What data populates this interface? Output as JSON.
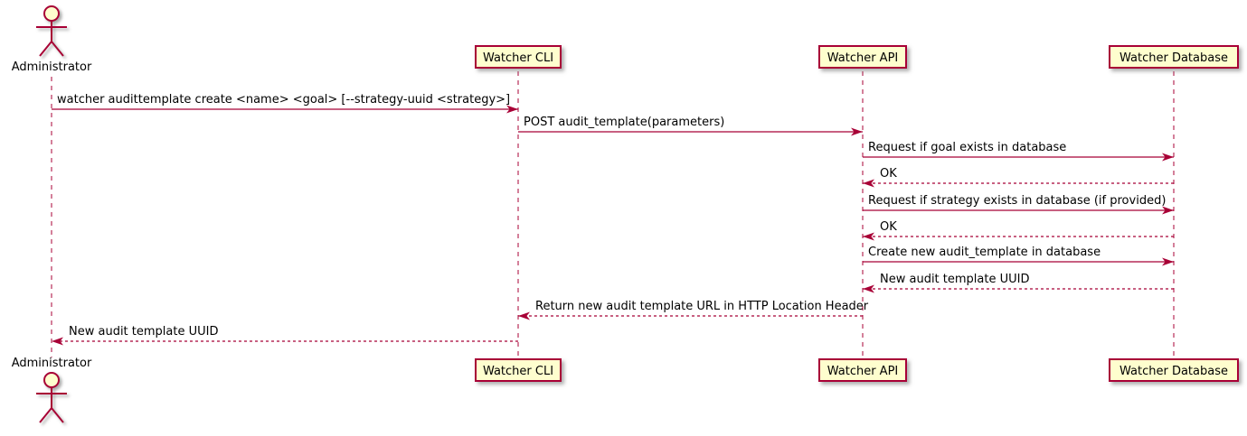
{
  "diagram": {
    "type": "sequence-diagram",
    "actor": {
      "name": "Administrator"
    },
    "participants": [
      {
        "id": "watcher-cli",
        "name": "Watcher CLI"
      },
      {
        "id": "watcher-api",
        "name": "Watcher API"
      },
      {
        "id": "watcher-db",
        "name": "Watcher Database"
      }
    ],
    "messages": [
      {
        "from": "administrator",
        "to": "watcher-cli",
        "style": "solid",
        "label": "watcher audittemplate create <name> <goal> [--strategy-uuid <strategy>]"
      },
      {
        "from": "watcher-cli",
        "to": "watcher-api",
        "style": "solid",
        "label": "POST audit_template(parameters)"
      },
      {
        "from": "watcher-api",
        "to": "watcher-db",
        "style": "solid",
        "label": "Request if goal exists in database"
      },
      {
        "from": "watcher-db",
        "to": "watcher-api",
        "style": "dashed",
        "label": "OK"
      },
      {
        "from": "watcher-api",
        "to": "watcher-db",
        "style": "solid",
        "label": "Request if strategy exists in database (if provided)"
      },
      {
        "from": "watcher-db",
        "to": "watcher-api",
        "style": "dashed",
        "label": "OK"
      },
      {
        "from": "watcher-api",
        "to": "watcher-db",
        "style": "solid",
        "label": "Create new audit_template in database"
      },
      {
        "from": "watcher-db",
        "to": "watcher-api",
        "style": "dashed",
        "label": "New audit template UUID"
      },
      {
        "from": "watcher-api",
        "to": "watcher-cli",
        "style": "dashed",
        "label": "Return new audit template URL in HTTP Location Header"
      },
      {
        "from": "watcher-cli",
        "to": "administrator",
        "style": "dashed",
        "label": "New audit template UUID"
      }
    ],
    "colors": {
      "line": "#A80036",
      "fill": "#FEFECE",
      "text": "#000000",
      "background": "#FFFFFF"
    }
  }
}
